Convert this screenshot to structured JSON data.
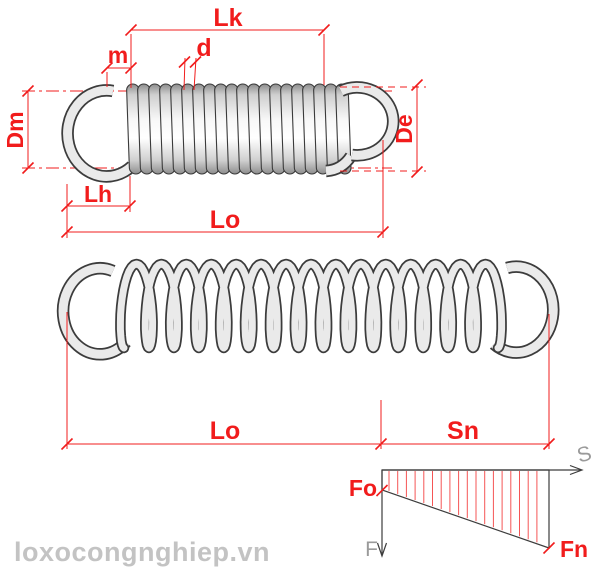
{
  "diagram": {
    "watermark": "loxocongnghiep.vn",
    "top_view": {
      "description": "extension spring at free length (coils closed)",
      "labels": {
        "lk": "Lk",
        "d": "d",
        "m": "m",
        "dm": "Dm",
        "de": "De",
        "lh": "Lh",
        "lo": "Lo"
      }
    },
    "extended_view": {
      "description": "extension spring stretched by Sn",
      "labels": {
        "lo": "Lo",
        "sn": "Sn"
      }
    },
    "force_diagram": {
      "description": "force vs deflection characteristic with initial tension",
      "labels": {
        "fo": "Fo",
        "fn": "Fn",
        "f_axis": "F",
        "s_axis": "S"
      }
    },
    "colors": {
      "dimension_red": "#f11c1c",
      "hatch_red": "#f55555",
      "drawing_dark": "#3c3c3c",
      "wire_light": "#eaeaea",
      "axis_gray": "#9a9a9a",
      "watermark_gray": "#c3c3c3"
    }
  }
}
